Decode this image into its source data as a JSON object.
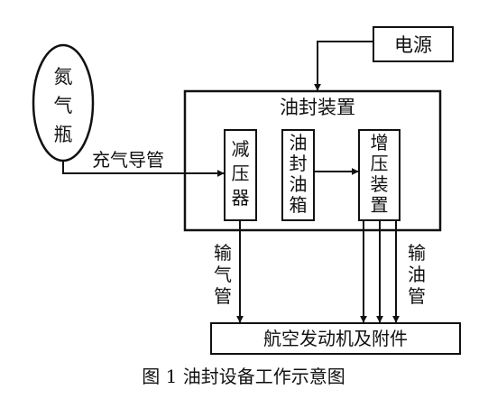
{
  "nitrogen_bottle": {
    "lines": [
      "氮",
      "气",
      "瓶"
    ]
  },
  "power": {
    "label": "电源"
  },
  "oil_seal_device": {
    "label": "油封装置"
  },
  "pressure_reducer": {
    "lines": [
      "减",
      "压",
      "器"
    ]
  },
  "oil_seal_tank": {
    "lines": [
      "油",
      "封",
      "油",
      "箱"
    ]
  },
  "booster": {
    "lines": [
      "增",
      "压",
      "装",
      "置"
    ]
  },
  "gas_pipe": {
    "label": "充气导管"
  },
  "air_supply_pipe": {
    "lines": [
      "输",
      "气",
      "管"
    ]
  },
  "oil_supply_pipe": {
    "lines": [
      "输",
      "油",
      "管"
    ]
  },
  "engine": {
    "label": "航空发动机及附件"
  },
  "caption": "图 1 油封设备工作示意图"
}
